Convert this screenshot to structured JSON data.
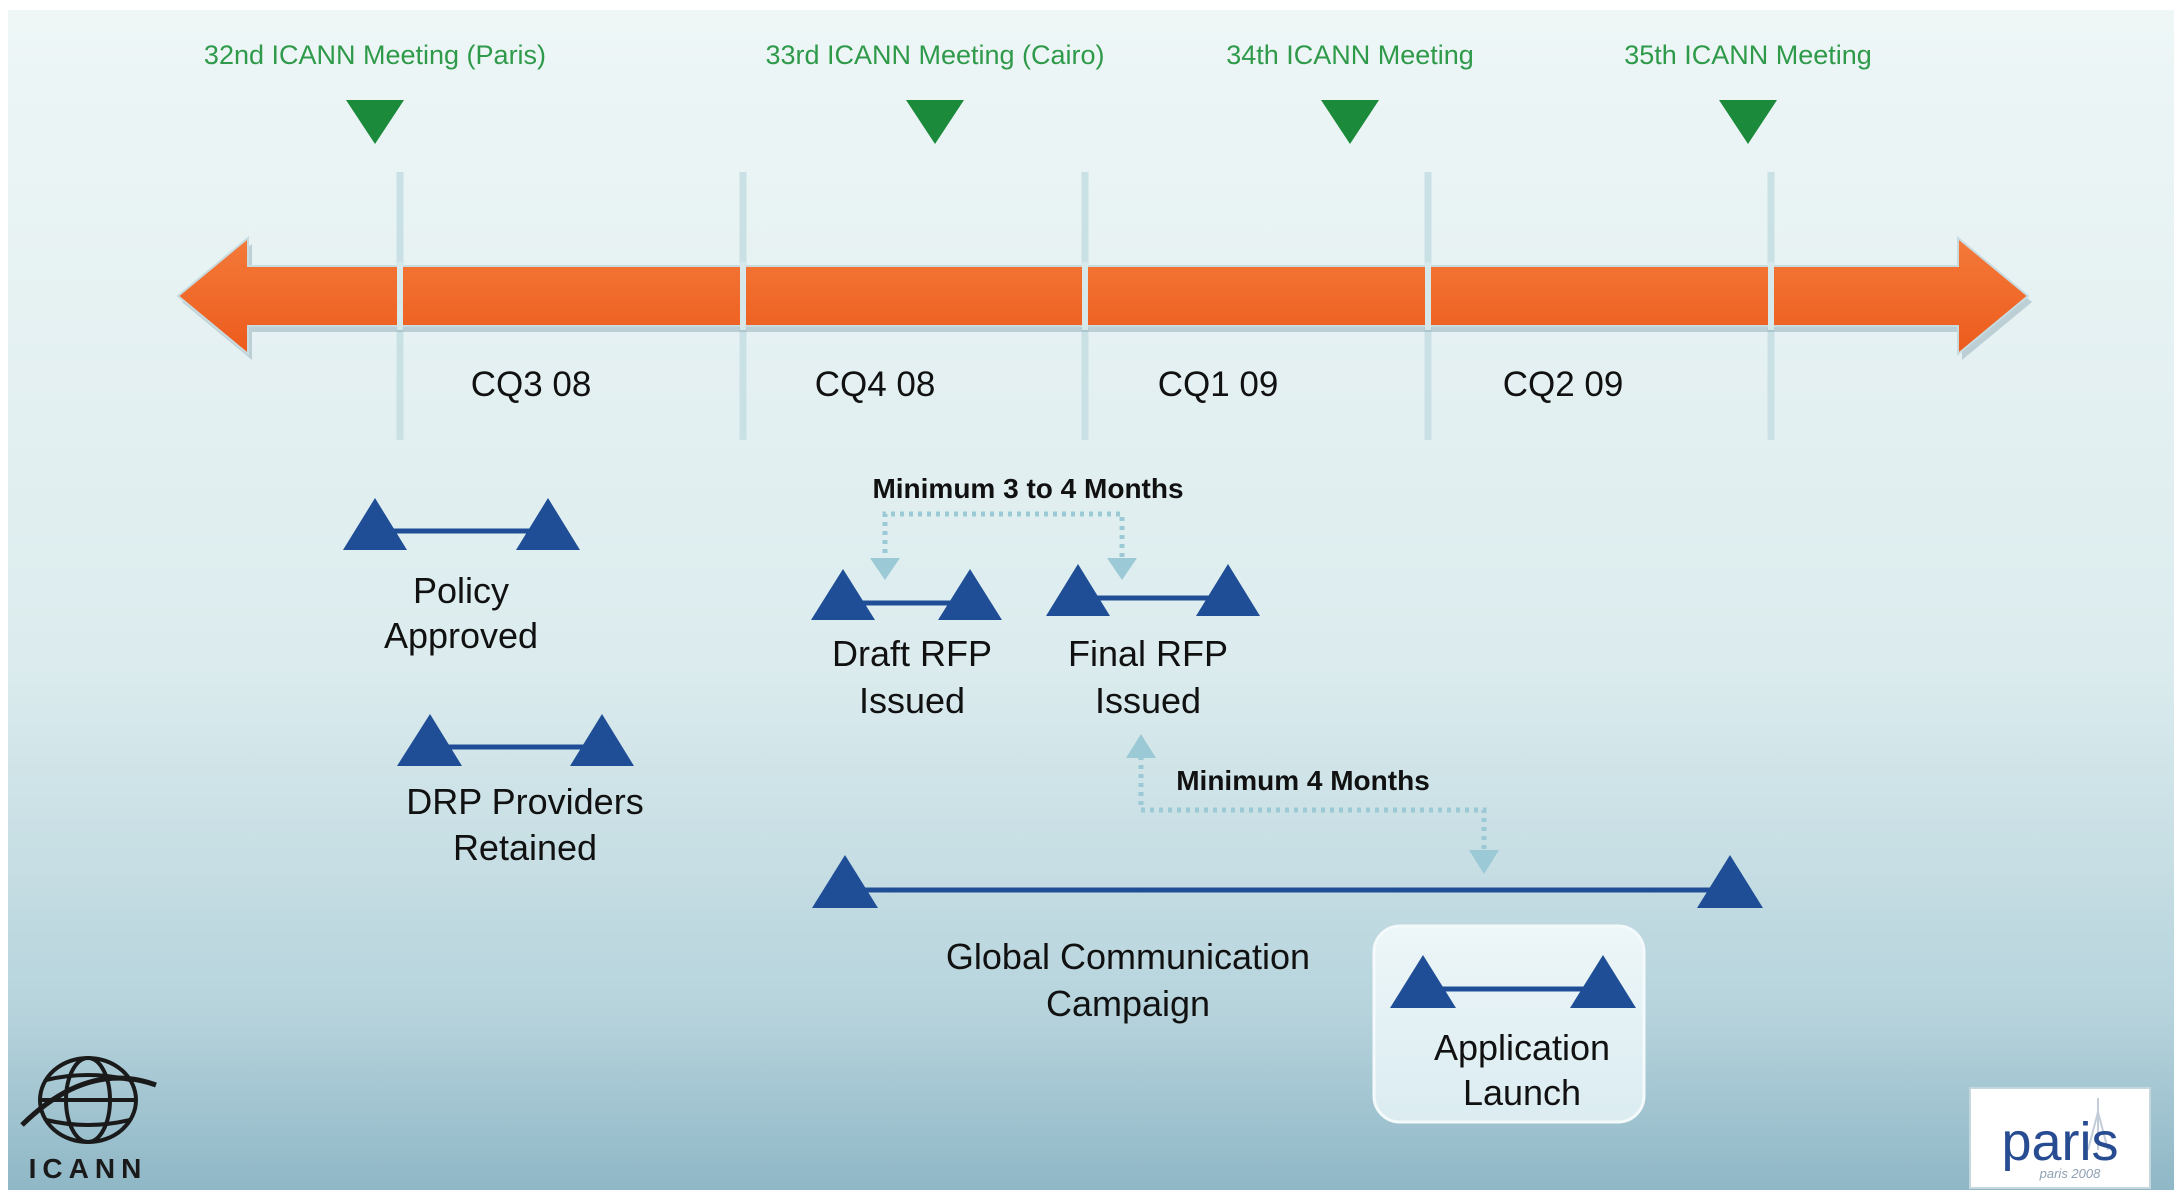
{
  "meetings": [
    {
      "label": "32nd ICANN Meeting (Paris)"
    },
    {
      "label": "33rd ICANN Meeting (Cairo)"
    },
    {
      "label": "34th ICANN Meeting"
    },
    {
      "label": "35th ICANN Meeting"
    }
  ],
  "quarters": [
    "CQ3 08",
    "CQ4 08",
    "CQ1 09",
    "CQ2 09"
  ],
  "milestones": {
    "policy_approved": [
      "Policy",
      "Approved"
    ],
    "drp_providers": [
      "DRP Providers",
      "Retained"
    ],
    "draft_rfp": [
      "Draft RFP",
      "Issued"
    ],
    "final_rfp": [
      "Final RFP",
      "Issued"
    ],
    "global_campaign": [
      "Global Communication",
      "Campaign"
    ],
    "application_launch": [
      "Application",
      "Launch"
    ]
  },
  "intervals": {
    "min_3_4_months": "Minimum 3 to 4 Months",
    "min_4_months": "Minimum 4 Months"
  },
  "logos": {
    "icann": "ICANN",
    "paris": "paris",
    "paris_small": "paris 2008"
  },
  "colors": {
    "arrow": "#f26522",
    "meeting_marker": "#1b8a3a",
    "meeting_text": "#2e9a4a",
    "milestone": "#1f4e96",
    "interval_dotted": "#9cc9d6"
  }
}
